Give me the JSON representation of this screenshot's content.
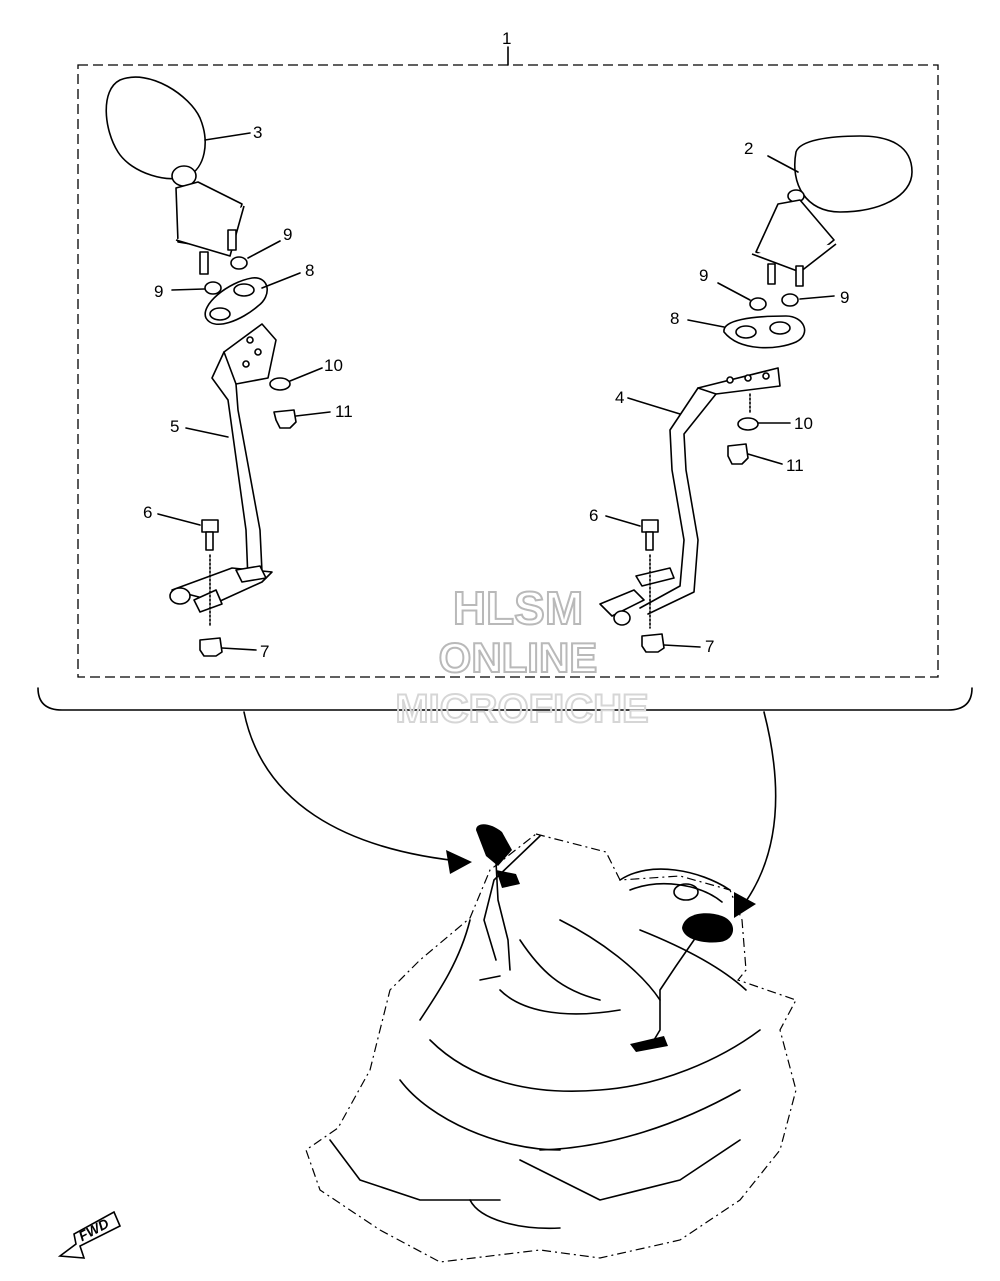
{
  "callouts": {
    "c1": "1",
    "c2": "2",
    "c3": "3",
    "c4": "4",
    "c5": "5",
    "c6l": "6",
    "c6r": "6",
    "c7l": "7",
    "c7r": "7",
    "c8l": "8",
    "c8r": "8",
    "c9l1": "9",
    "c9l2": "9",
    "c9r1": "9",
    "c9r2": "9",
    "c10l": "10",
    "c10r": "10",
    "c11l": "11",
    "c11r": "11"
  },
  "watermark": {
    "line1": "HLSM",
    "line2": "ONLINE",
    "line3": "MICROFICHE"
  },
  "fwd_badge": {
    "label": "FWD"
  }
}
